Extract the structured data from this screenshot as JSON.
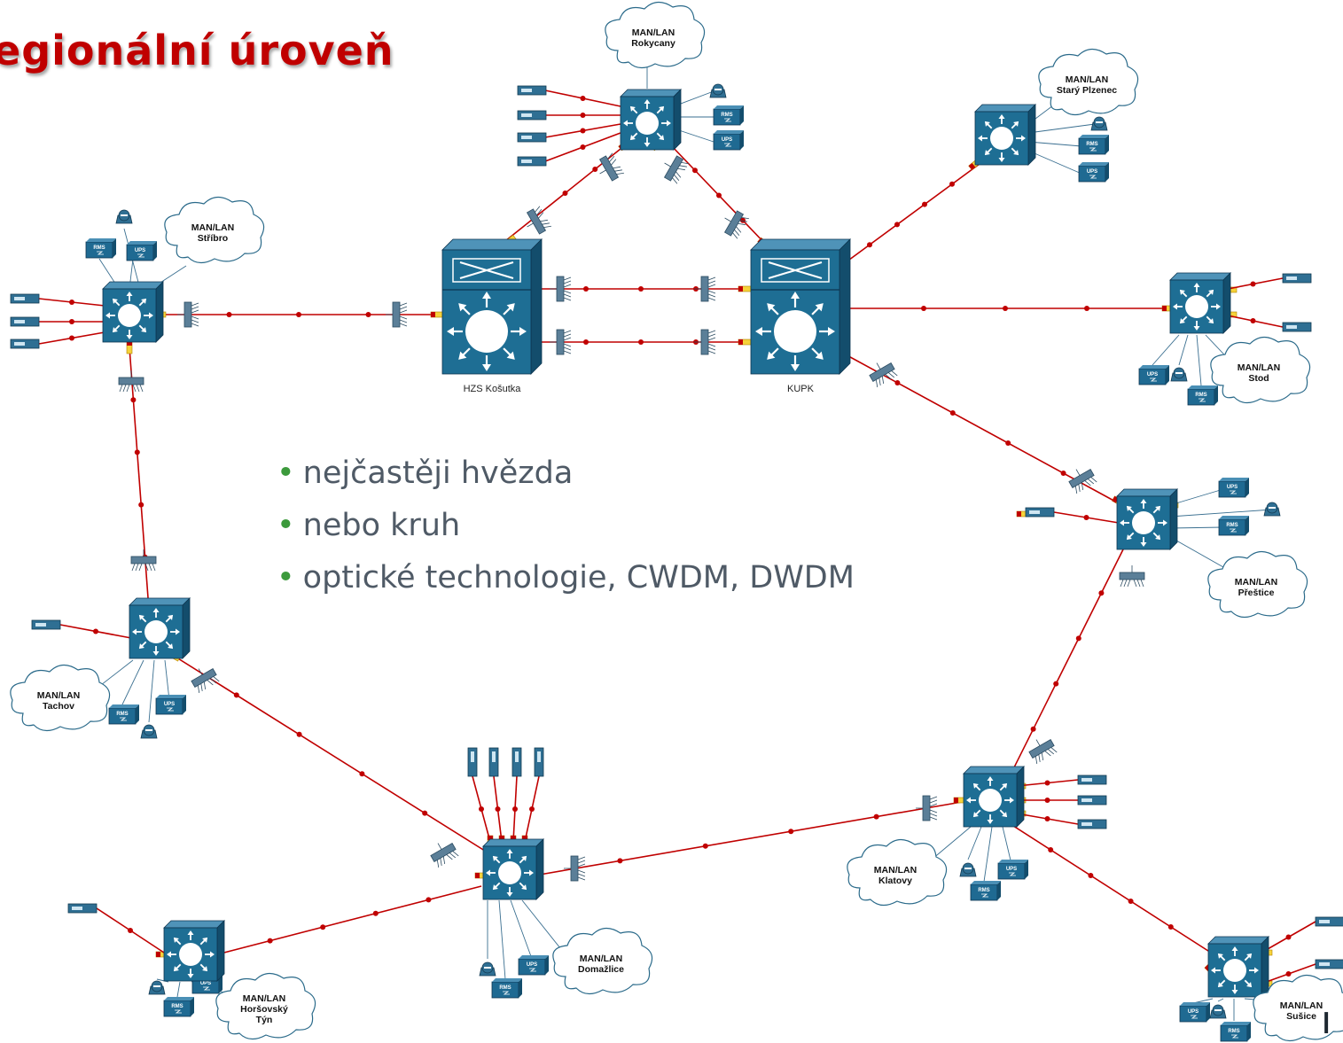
{
  "title": "egionální úroveň",
  "bullets": [
    "nejčastěji hvězda",
    "nebo kruh",
    "optické technologie, CWDM, DWDM"
  ],
  "corner_text": "ı",
  "device_labels": {
    "rms": "RMS",
    "ups": "UPS"
  },
  "cores": [
    {
      "id": "hzs",
      "label": "HZS Košutka"
    },
    {
      "id": "kupk",
      "label": "KUPK"
    }
  ],
  "clouds": [
    {
      "id": "rokycany",
      "line1": "MAN/LAN",
      "line2": "Rokycany",
      "line3": ""
    },
    {
      "id": "stary-plzenec",
      "line1": "MAN/LAN",
      "line2": "Starý Plzenec",
      "line3": ""
    },
    {
      "id": "stribro",
      "line1": "MAN/LAN",
      "line2": "Stříbro",
      "line3": ""
    },
    {
      "id": "stod",
      "line1": "MAN/LAN",
      "line2": "Stod",
      "line3": ""
    },
    {
      "id": "prestice",
      "line1": "MAN/LAN",
      "line2": "Přeštice",
      "line3": ""
    },
    {
      "id": "tachov",
      "line1": "MAN/LAN",
      "line2": "Tachov",
      "line3": ""
    },
    {
      "id": "klatovy",
      "line1": "MAN/LAN",
      "line2": "Klatovy",
      "line3": ""
    },
    {
      "id": "domazlice",
      "line1": "MAN/LAN",
      "line2": "Domažlice",
      "line3": ""
    },
    {
      "id": "horsovsky-tyn",
      "line1": "MAN/LAN",
      "line2": "Horšovský",
      "line3": "Týn"
    },
    {
      "id": "susice",
      "line1": "MAN/LAN",
      "line2": "Sušice",
      "line3": ""
    }
  ],
  "colors": {
    "title": "#c00000",
    "link": "#c00000",
    "switch": "#1e6e94",
    "bullet_text": "#4f5a66",
    "bullet_marker": "#3c9a3c"
  }
}
